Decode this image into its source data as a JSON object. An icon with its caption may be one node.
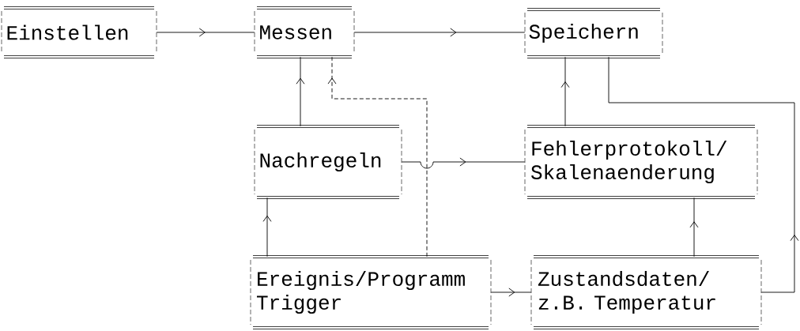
{
  "diagram": {
    "nodes": [
      {
        "text": [
          "Einstellen"
        ]
      },
      {
        "text": [
          "Messen"
        ]
      },
      {
        "text": [
          "Speichern"
        ]
      },
      {
        "text": [
          "Nachregeln"
        ]
      },
      {
        "text": [
          "Fehlerprotokoll/ Skalenaenderung"
        ]
      },
      {
        "text": [
          "Ereignis/Programm Trigger"
        ]
      },
      {
        "text": [
          "Zustandsdaten/ z.B. Temperatur"
        ]
      }
    ],
    "edges": [
      {
        "from": 0,
        "to": 1,
        "arrow": "to"
      },
      {
        "from": 1,
        "to": 2,
        "arrow": "to"
      },
      {
        "from": 3,
        "to": 1,
        "arrow": "to"
      },
      {
        "from": 3,
        "to": 4,
        "arrow": "to"
      },
      {
        "from": 4,
        "to": 2,
        "arrow": "to"
      },
      {
        "from": 5,
        "to": 3,
        "arrow": "to"
      },
      {
        "from": 5,
        "to": 6,
        "arrow": "to"
      },
      {
        "from": 6,
        "to": 4,
        "arrow": "to"
      },
      {
        "from": 6,
        "to": 2,
        "arrow": "to"
      },
      {
        "from": 5,
        "to": 1,
        "arrow": "to",
        "style": "dashed"
      }
    ]
  }
}
